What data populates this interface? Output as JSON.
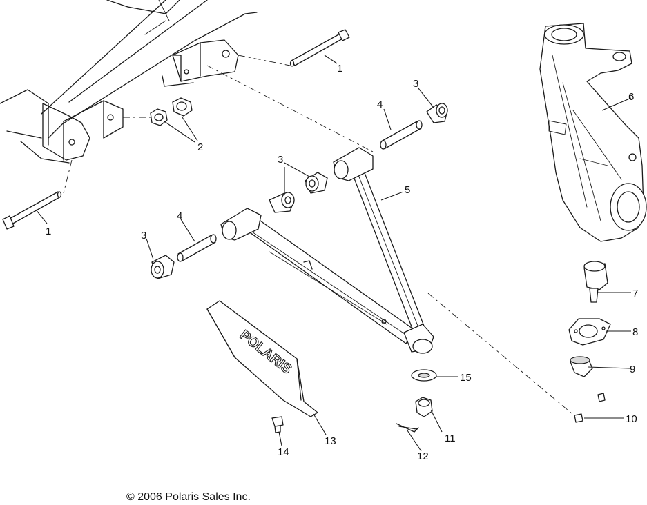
{
  "callouts": [
    {
      "id": "c1a",
      "text": "1"
    },
    {
      "id": "c1b",
      "text": "1"
    },
    {
      "id": "c2",
      "text": "2"
    },
    {
      "id": "c3a",
      "text": "3"
    },
    {
      "id": "c3b",
      "text": "3"
    },
    {
      "id": "c3c",
      "text": "3"
    },
    {
      "id": "c4a",
      "text": "4"
    },
    {
      "id": "c4b",
      "text": "4"
    },
    {
      "id": "c5",
      "text": "5"
    },
    {
      "id": "c6",
      "text": "6"
    },
    {
      "id": "c7",
      "text": "7"
    },
    {
      "id": "c8",
      "text": "8"
    },
    {
      "id": "c9",
      "text": "9"
    },
    {
      "id": "c10",
      "text": "10"
    },
    {
      "id": "c11",
      "text": "11"
    },
    {
      "id": "c12",
      "text": "12"
    },
    {
      "id": "c13",
      "text": "13"
    },
    {
      "id": "c14",
      "text": "14"
    },
    {
      "id": "c15",
      "text": "15"
    }
  ],
  "guard_logo": "POLARIS",
  "copyright": "© 2006 Polaris Sales Inc."
}
